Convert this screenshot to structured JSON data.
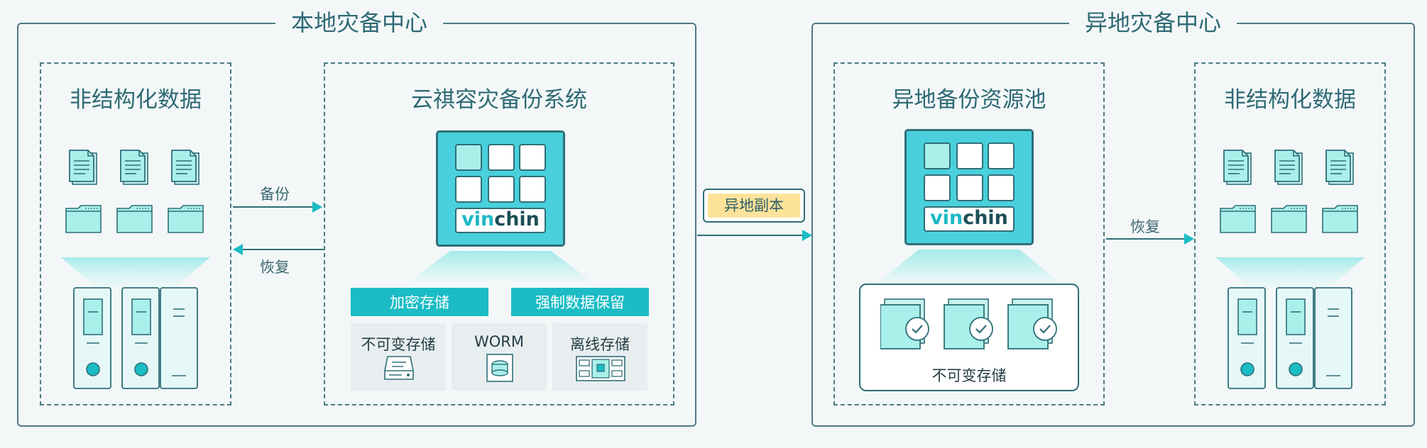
{
  "local": {
    "title": "本地灾备中心",
    "source": {
      "title": "非结构化数据"
    },
    "system": {
      "title": "云祺容灾备份系统",
      "logo_vin": "vin",
      "logo_chin": "chin",
      "badges": [
        "加密存储",
        "强制数据保留"
      ],
      "storage": [
        "不可变存储",
        "WORM",
        "离线存储"
      ]
    }
  },
  "flows": {
    "backup": "备份",
    "restore_left": "恢复",
    "replica": "异地副本",
    "restore_right": "恢复"
  },
  "remote": {
    "title": "异地灾备中心",
    "pool": {
      "title": "异地备份资源池",
      "logo_vin": "vin",
      "logo_chin": "chin",
      "immutable": "不可变存储"
    },
    "target": {
      "title": "非结构化数据"
    }
  },
  "colors": {
    "border": "#4d7b84",
    "teal": "#1bbcc4",
    "panel": "#49d0dc",
    "replica_bg": "#fde29a"
  }
}
